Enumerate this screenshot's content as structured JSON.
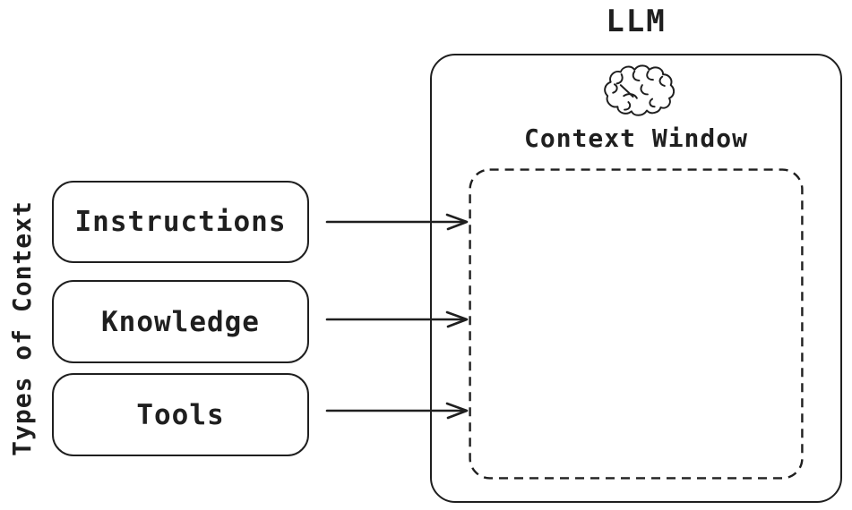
{
  "diagram": {
    "side_label": "Types of Context",
    "context_types": [
      {
        "label": "Instructions"
      },
      {
        "label": "Knowledge"
      },
      {
        "label": "Tools"
      }
    ],
    "llm": {
      "title": "LLM",
      "icon": "brain-icon",
      "context_window_label": "Context Window"
    },
    "arrows_count": 3,
    "colors": {
      "stroke": "#1f1f1f",
      "background": "#ffffff"
    }
  }
}
